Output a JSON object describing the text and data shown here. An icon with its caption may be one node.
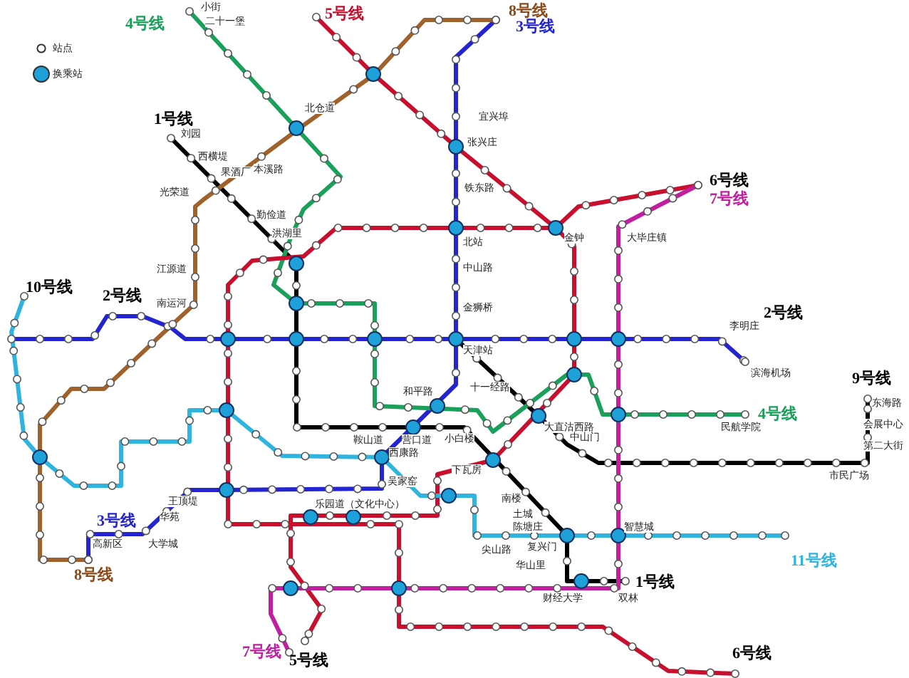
{
  "diagram": {
    "labels": [
      "4号线",
      "5号线",
      "8号线",
      "3号线",
      "小街",
      "二十一堡",
      "宜兴埠",
      "北仓道",
      "1号线",
      "张兴庄",
      "刘园",
      "西横堤",
      "果酒厂",
      "本溪路",
      "6号线",
      "7号线",
      "光荣道",
      "铁东路",
      "大毕庄镇",
      "勤俭道",
      "洪湖里",
      "北站",
      "金钟",
      "中山路",
      "江源道",
      "10号线",
      "2号线",
      "南运河",
      "金狮桥",
      "2号线",
      "李明庄",
      "天津站",
      "滨海机场",
      "9号线",
      "和平路",
      "十一经路",
      "东海路",
      "大直沽西路",
      "民航学院",
      "4号线",
      "会展中心",
      "营口道",
      "鞍山道",
      "小白楼",
      "中山门",
      "第二大街",
      "西康路",
      "下瓦房",
      "吴家窑",
      "王顶堤",
      "南楼",
      "乐园道（文化中心）",
      "华苑",
      "3号线",
      "土城",
      "陈塘庄",
      "复兴门",
      "大学城",
      "高新区",
      "尖山路",
      "智慧城",
      "11号线",
      "华山里",
      "8号线",
      "1号线",
      "双林",
      "财经大学",
      "7号线",
      "5号线",
      "6号线",
      "市民广场"
    ],
    "legend": [
      {
        "text": "站点"
      },
      {
        "text": "换乘站"
      }
    ]
  }
}
